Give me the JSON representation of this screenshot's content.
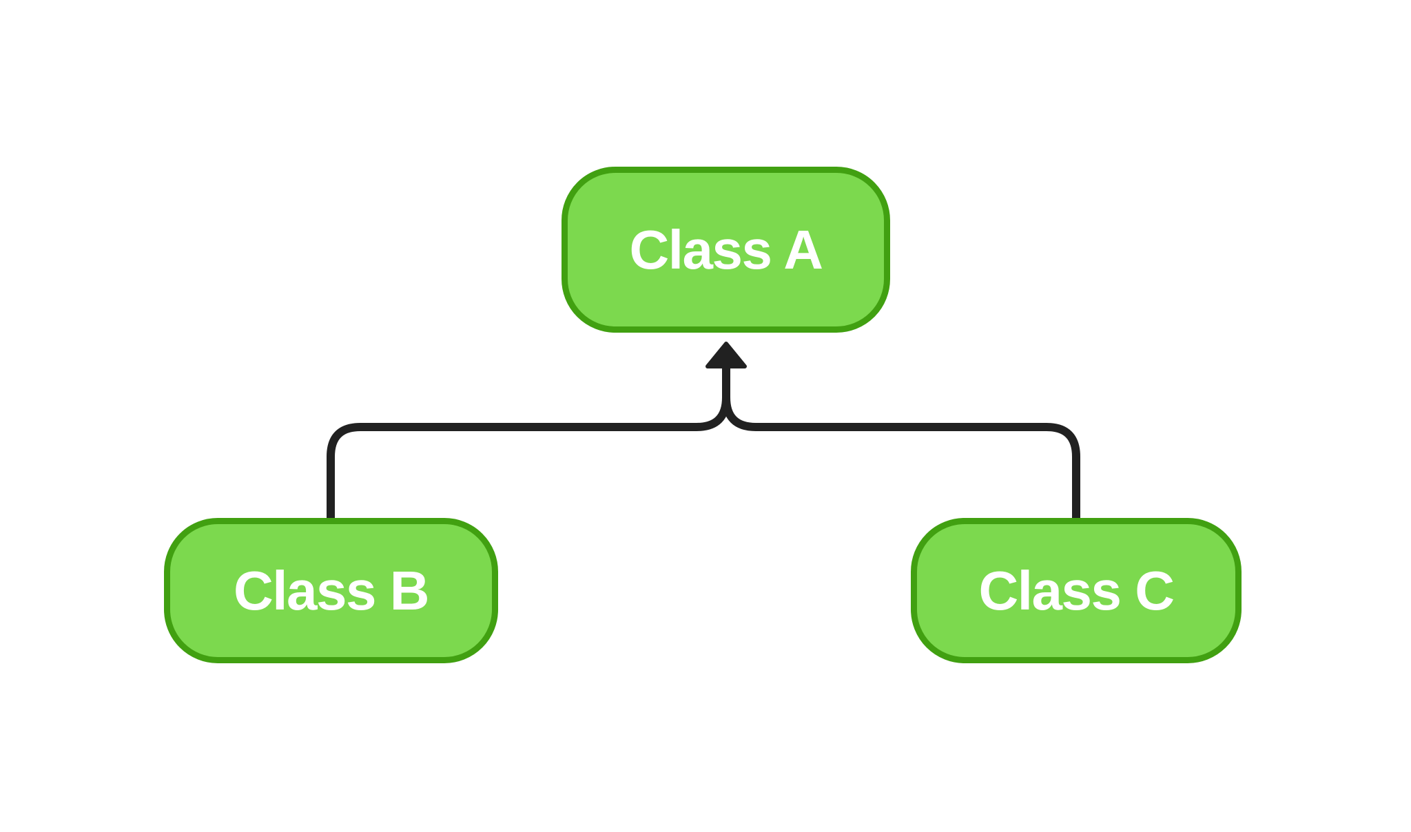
{
  "diagram": {
    "type": "class-inheritance-diagram",
    "colors": {
      "background": "#ffffff",
      "node_fill": "#7cd94e",
      "node_border": "#41a011",
      "edge_color": "#212121",
      "text_color": "#ffffff"
    },
    "nodes": [
      {
        "id": "A",
        "label": "Class A",
        "role": "parent-class"
      },
      {
        "id": "B",
        "label": "Class B",
        "role": "child-class"
      },
      {
        "id": "C",
        "label": "Class C",
        "role": "child-class"
      }
    ],
    "edges": [
      {
        "from": "Class B",
        "to": "Class A",
        "style": "solid-line-arrowhead",
        "meaning": "inherits-from"
      },
      {
        "from": "Class C",
        "to": "Class A",
        "style": "solid-line-arrowhead",
        "meaning": "inherits-from"
      }
    ]
  }
}
